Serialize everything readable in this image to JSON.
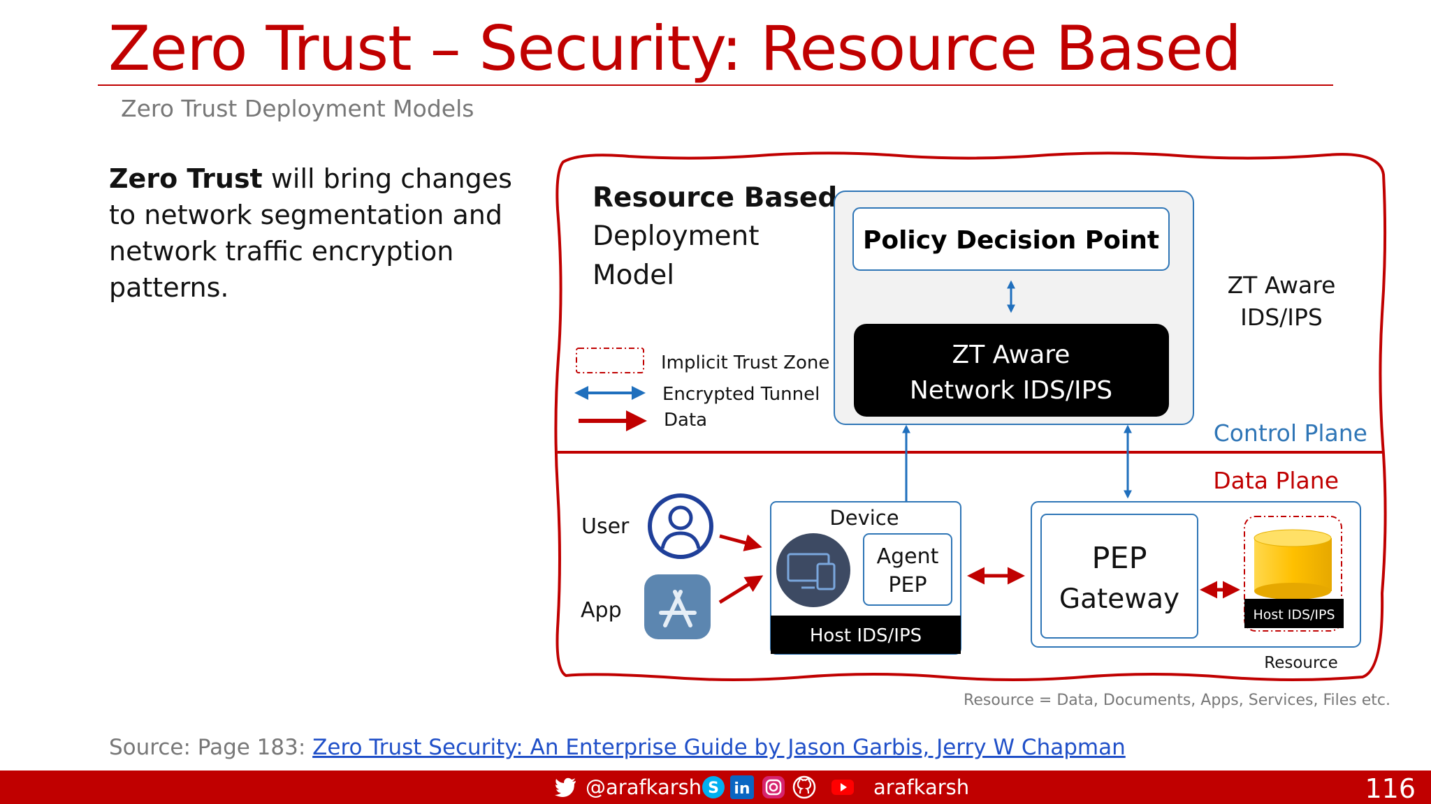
{
  "slide": {
    "title": "Zero Trust – Security: Resource Based",
    "subtitle": "Zero Trust Deployment Models",
    "intro_bold": "Zero Trust",
    "intro_rest": " will bring changes to network segmentation and network  traffic encryption patterns.",
    "page_number": "116"
  },
  "diagram": {
    "heading_bold": "Resource Based",
    "heading_line2": "Deployment",
    "heading_line3": "Model",
    "legend": {
      "implicit_trust_zone": "Implicit Trust Zone",
      "encrypted_tunnel": "Encrypted Tunnel",
      "data": "Data"
    },
    "policy_decision_point": "Policy Decision Point",
    "zt_network_line1": "ZT Aware",
    "zt_network_line2": "Network IDS/IPS",
    "zt_aware_line1": "ZT Aware",
    "zt_aware_line2": "IDS/IPS",
    "control_plane": "Control Plane",
    "data_plane": "Data Plane",
    "user_label": "User",
    "app_label": "App",
    "device_label": "Device",
    "agent_line1": "Agent",
    "agent_line2": "PEP",
    "host_ids_device": "Host IDS/IPS",
    "pep_line1": "PEP",
    "pep_line2": "Gateway",
    "host_ids_resource": "Host IDS/IPS",
    "resource_label": "Resource",
    "colors": {
      "red": "#c00000",
      "blue": "#1f6fbd",
      "box_border": "#2e75b6",
      "black_box": "#000000",
      "gold": "#ffc000"
    },
    "icons": [
      "user-icon",
      "app-store-icon",
      "devices-icon",
      "database-icon"
    ]
  },
  "footnote": "Resource = Data, Documents, Apps, Services, Files etc.",
  "source": {
    "prefix": "Source: Page 183: ",
    "link_text": "Zero Trust Security: An Enterprise Guide by Jason Garbis, Jerry W Chapman"
  },
  "footer": {
    "twitter_handle": "@arafkarsh",
    "youtube_handle": "arafkarsh",
    "icons": [
      "twitter-icon",
      "skype-icon",
      "linkedin-icon",
      "instagram-icon",
      "github-icon",
      "youtube-icon"
    ]
  }
}
